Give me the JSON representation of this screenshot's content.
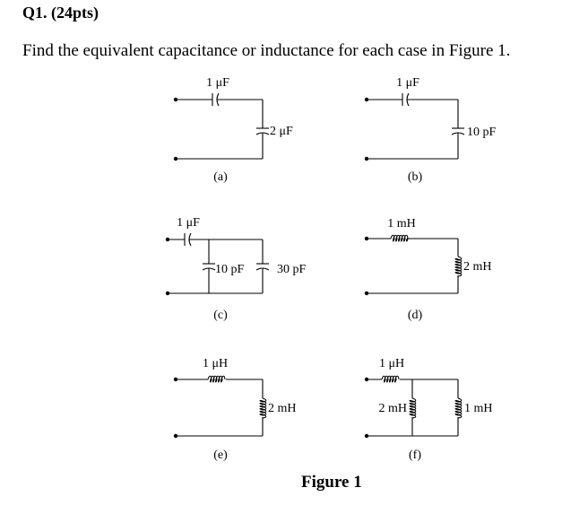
{
  "question": {
    "title": "Q1. (24pts)",
    "prompt": "Find the equivalent capacitance or inductance for each case in Figure 1."
  },
  "figure": {
    "caption": "Figure 1",
    "subfigures": {
      "a": {
        "label": "(a)",
        "series_value": "1 μF",
        "shunt_value": "2 μF"
      },
      "b": {
        "label": "(b)",
        "series_value": "1 μF",
        "shunt_value": "10 pF"
      },
      "c": {
        "label": "(c)",
        "series_value": "1 μF",
        "shunt1_value": "10 pF",
        "shunt2_value": "30 pF"
      },
      "d": {
        "label": "(d)",
        "series_value": "1 mH",
        "shunt_value": "2 mH"
      },
      "e": {
        "label": "(e)",
        "series_value": "1 μH",
        "shunt_value": "2 mH"
      },
      "f": {
        "label": "(f)",
        "series_value": "1 μH",
        "shunt1_value": "2 mH",
        "shunt2_value": "1 mH"
      }
    }
  }
}
